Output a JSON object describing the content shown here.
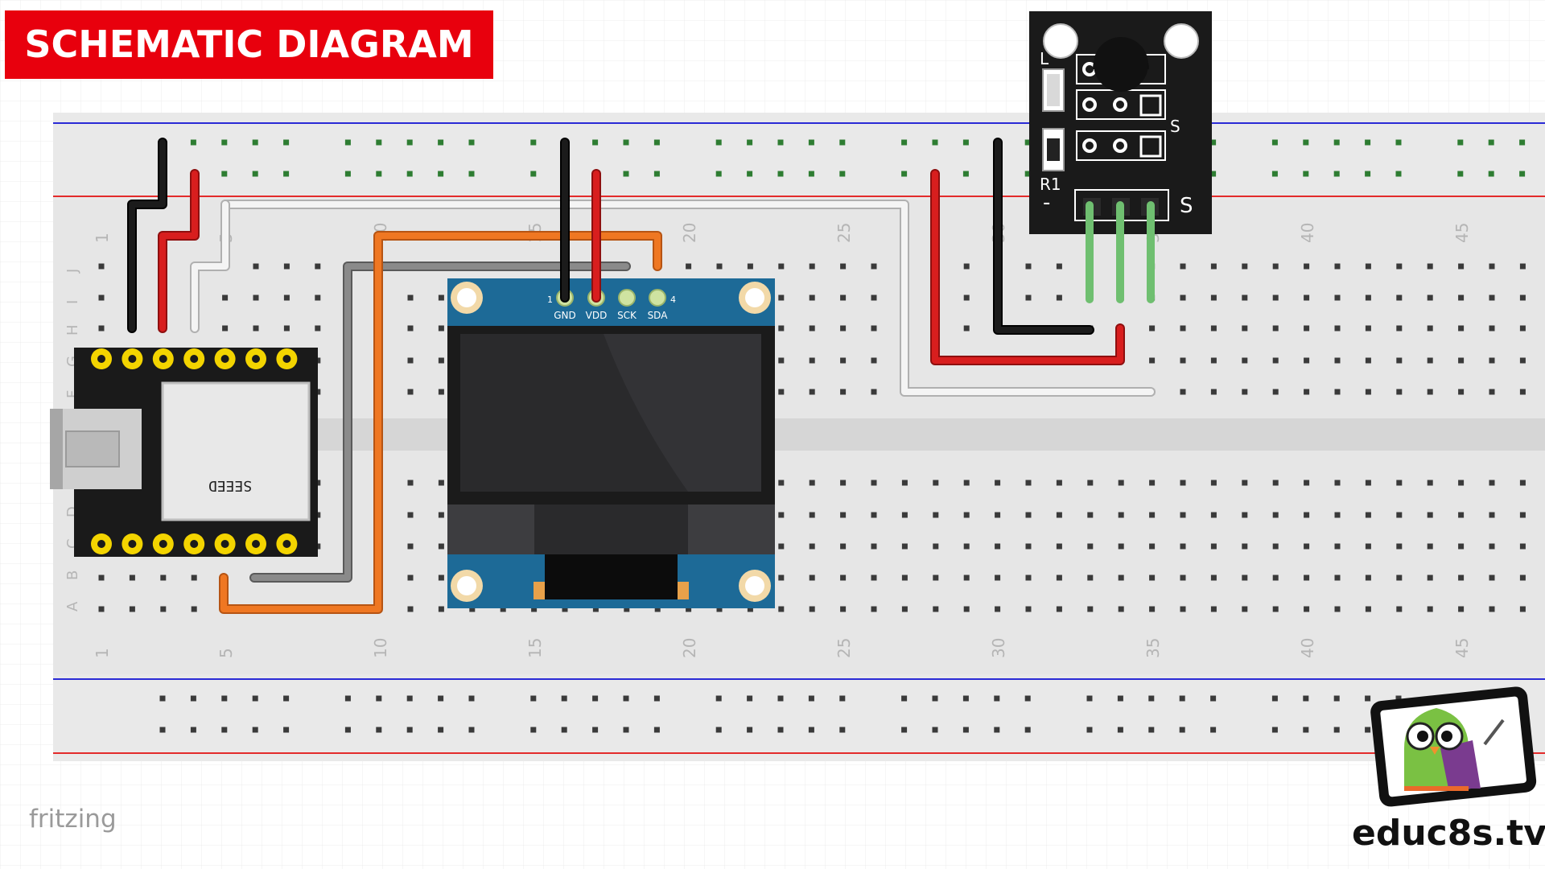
{
  "title": "SCHEMATIC DIAGRAM",
  "brand": "educ8s.tv",
  "watermark": "fritzing",
  "colors": {
    "title_bg": "#e8000d",
    "breadboard": "#e6e6e6",
    "rail_red": "#e32b2b",
    "rail_blue": "#2b2bd6",
    "wire_black": "#1b1b1b",
    "wire_red": "#d81e1e",
    "wire_white": "#f2f2f2",
    "wire_orange": "#ef7722",
    "wire_gray": "#7f7f7f",
    "oled_pcb": "#1d6a97",
    "sensor_pcb": "#1a1a1a",
    "mcu_pcb": "#1a1a1a",
    "pin_gold": "#f3d400",
    "green_led": "#56c45b"
  },
  "breadboard": {
    "column_labels": [
      "1",
      "5",
      "10",
      "15",
      "20",
      "25",
      "30",
      "35",
      "40",
      "45"
    ],
    "row_labels_top": [
      "J",
      "I",
      "H",
      "G",
      "F"
    ],
    "row_labels_bottom": [
      "E",
      "D",
      "C",
      "B",
      "A"
    ]
  },
  "oled": {
    "pin_numbers": [
      "1",
      "4"
    ],
    "pins": [
      "GND",
      "VDD",
      "SCK",
      "SDA"
    ]
  },
  "mcu": {
    "label": "SEEED"
  },
  "sensor": {
    "labels": [
      "L",
      "R1",
      "S",
      "S",
      "-"
    ]
  }
}
